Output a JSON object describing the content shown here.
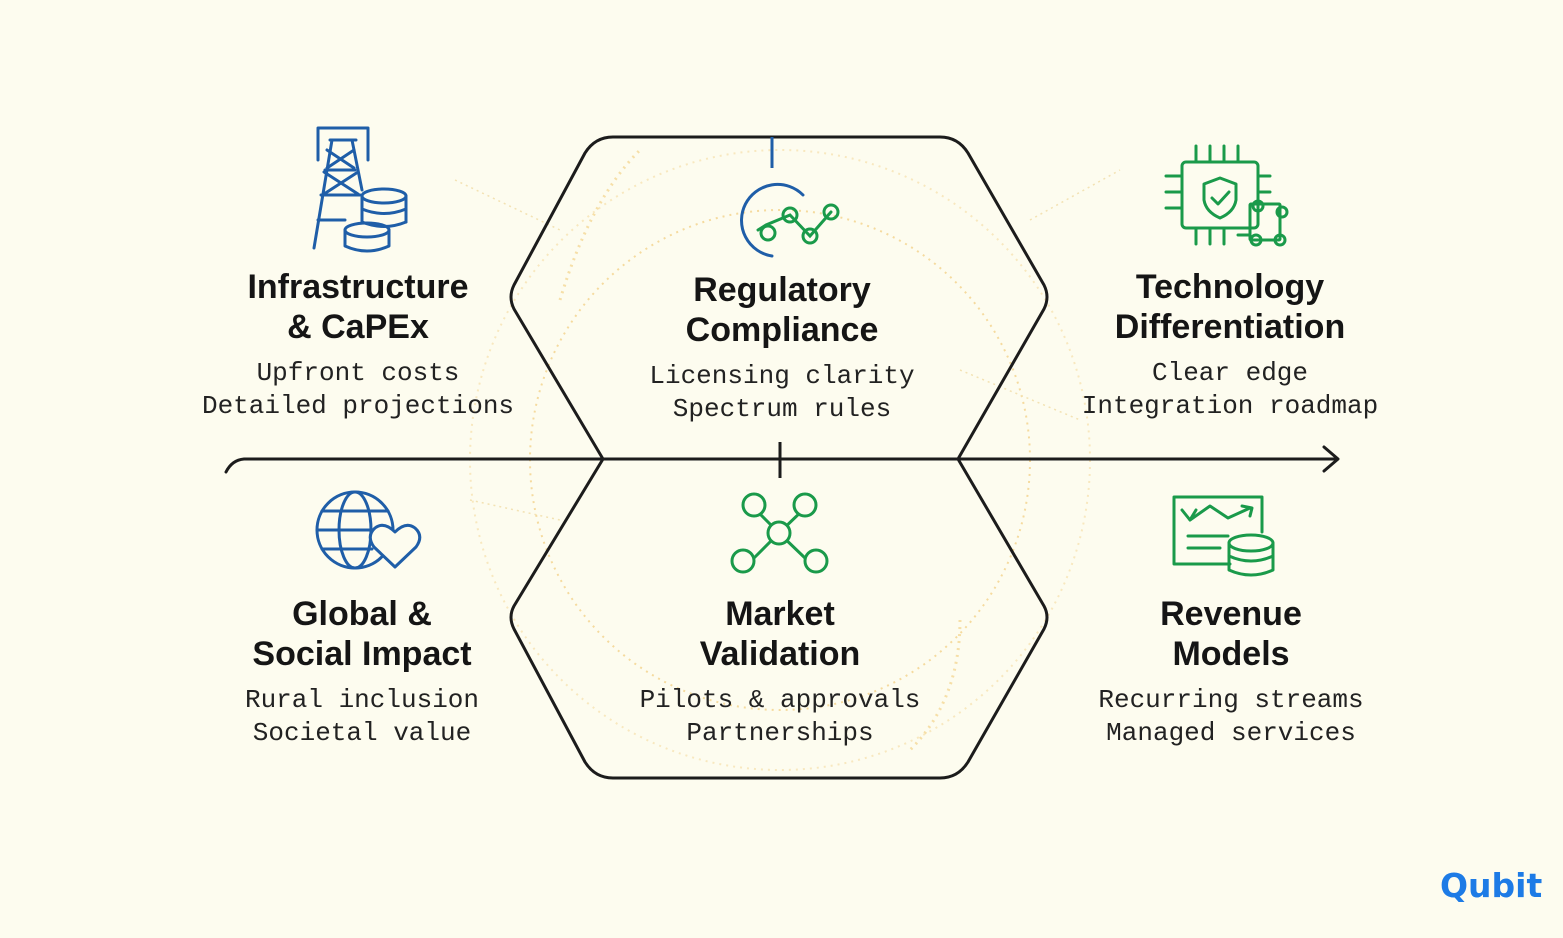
{
  "colors": {
    "background": "#fdfcef",
    "outline": "#1c1c1c",
    "blue_icon": "#1f5ea8",
    "green_icon": "#1a9a4a",
    "accent_dots": "#f0b429",
    "logo_blue": "#1d7be6",
    "logo_accent": "#f29a1a"
  },
  "items": [
    {
      "id": "infrastructure",
      "icon": "tower-coins-icon",
      "title": [
        "Infrastructure",
        "& CaPEx"
      ],
      "lines": [
        "Upfront costs",
        "Detailed projections"
      ]
    },
    {
      "id": "regulatory",
      "icon": "signal-graph-icon",
      "title": [
        "Regulatory",
        "Compliance"
      ],
      "lines": [
        "Licensing clarity",
        "Spectrum rules"
      ]
    },
    {
      "id": "technology",
      "icon": "chip-shield-icon",
      "title": [
        "Technology",
        "Differentiation"
      ],
      "lines": [
        "Clear edge",
        "Integration roadmap"
      ]
    },
    {
      "id": "global",
      "icon": "globe-heart-icon",
      "title": [
        "Global &",
        "Social Impact"
      ],
      "lines": [
        "Rural inclusion",
        "Societal value"
      ]
    },
    {
      "id": "market",
      "icon": "network-nodes-icon",
      "title": [
        "Market",
        "Validation"
      ],
      "lines": [
        "Pilots & approvals",
        "Partnerships"
      ]
    },
    {
      "id": "revenue",
      "icon": "chart-coins-icon",
      "title": [
        "Revenue",
        "Models"
      ],
      "lines": [
        "Recurring streams",
        "Managed services"
      ]
    }
  ],
  "logo": {
    "main": "Qubit"
  }
}
